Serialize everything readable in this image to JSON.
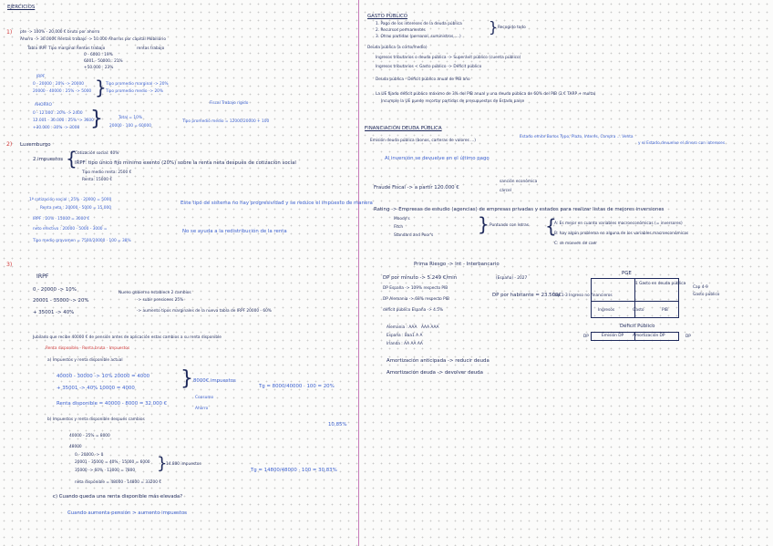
{
  "left": {
    "heading": "EJERCICIOS",
    "ex1": {
      "num": "1)",
      "l1": "pte -> 100% - 20,000 € bruto por ahorro",
      "l2": "Ahorro -> 30.000€ Rentas trabajo -> 10.000 Ahorros por capital Mobiliario",
      "l3": "Tabla IRPF Tipo marginal Rentas trabajo",
      "l3b": "rentas trabajo",
      "l4": "0 - 6000 : 19%",
      "l5": "6001 - 50000 : 21%",
      "l6": "+50.000 : 23%",
      "irpf": "IRPF",
      "c1": "0 - 20000 : 20% -> 20000",
      "c2": "20000 - 40000 : 25% -> 5000",
      "c2a": "Tipo promedio marginal -> 20%",
      "c2b": "Tipo promedio medio -> 20%",
      "fiscal": "Fiscal Trabajo rígido",
      "ahorro": "AHORRO",
      "d1": "0 - 12.000 : 20% -> 2400",
      "d2": "12.001 - 30.000 : 25% -> 3600",
      "d3": "+30.000 : 30% -> 3000",
      "total": "Total = 10%",
      "tipo": "Tipo promedio medio = 12000/20000 + 100",
      "tipo2": "20000 · 100 = 60000"
    },
    "ex2": {
      "num": "2)",
      "title": "Luxemburgo",
      "l1": "2 impuestos",
      "l1a": "Cotización social: 40%",
      "l1b": "IRPF: tipo único fijo mínimo exento (20%) sobre la renta neta después de cotización social",
      "l2": "Tipo medio renta: 2500 €",
      "l3": "Renta: 15000 €",
      "l4": "1ª cotización social : 25% · 20000 = 5000",
      "l5": "Renta neta : 20000 - 5000 = 15.000",
      "l6": "IRPF : 20% · 15000 = 3000 €",
      "l7": "neto efectivo : 20000 - 5000 - 3000 =",
      "l8": "Tipo medio gravamen = 7500/20000 · 100 = 38%",
      "note1": "Este tipo de sistema no hay progresividad y se reduce el impuesto de manera",
      "note2": "No se ayuda a la redistribución de la renta"
    },
    "ex3": {
      "num": "3)",
      "irpf": "IRPF",
      "r1": "0 - 20000 -> 10%",
      "r2": "20001 - 35000 -> 20%",
      "r3": "+ 35001 -> 40%",
      "s1": "Nuevo gobierno establece 2 cambios",
      "s2": "-> subir pensiones 25%",
      "s3": "-> aumento tipos marginales de la nueva tabla de IRPF 20000 - 60%",
      "j1": "Jubilado que recibe 40000 € de pensión antes de aplicación estas cambios a su renta disponible",
      "j2": "Renta disponible - Renta bruta - Impuestos",
      "a": "a) Impuestos y renta disponible actual",
      "a1": "40000 - 30000 -> 10% 20000 = 4000",
      "a2": "+ 35001 -> 40% 10000 = 4000",
      "a3": "8000€ impuestos",
      "a4": "Renta disponible = 40000 - 8000 = 32.000 €",
      "a5": "Consumo",
      "a6": "Ahorro",
      "tg1": "Tg = 8000/40000 · 100 = 20%",
      "pct": "10,85%",
      "b": "b) Impuestos y renta disponible después cambios",
      "b1": "40000 - 25% = 8000",
      "b2": "48000",
      "b3": "0 - 20000 -> 0",
      "b4": "20001 - 35000 = 40% · 15000 = 6000",
      "b5": "35000 -> 60% · 13000 = 7800",
      "b6": "14.800 impuestos",
      "b7": "neta disponible = 48000 - 14800 = 33200 €",
      "tg2": "Tg = 14800/48000 · 100 = 30,83%",
      "c": "c) Cuando queda una renta disponible más elevada?",
      "c1": "Cuando aumenta pensión > aumento impuestos"
    }
  },
  "right": {
    "gasto": {
      "title": "GASTO PÚBLICO",
      "l1": "1. Pago de los intereses de la deuda pública",
      "l2": "2. Recursos permanentes",
      "l3": "3. Otras partidas (personal, suministros, ...)",
      "brace": "Recogido todo",
      "l4": "Deuda pública (a corto/medio)",
      "l5": "Ingresos tributarios o deuda pública -> Superávit público (cuenta público)",
      "l6": "Ingresos tributarios < Gasto público -> Déficit público",
      "l7": "Deuda pública - Déficit público anual de PIB año",
      "l8": "La UE fijado déficit público máximo de 3% del PIB anual y una deuda pública de 60% del PIB (2 € TARP + multa)",
      "l9": "Incumple la UE puede recortar partidas de presupuestos de Estado paíse"
    },
    "fin": {
      "title": "FINANCIACIÓN DEUDA PÚBLICA",
      "l1": "Emisión deuda pública (bonos, carteras de valores ...)",
      "l1b": "Estado emite Bonos Typo, Plazo, Interés, Compra ... Venta",
      "l1c": "y el Estado devuelve el dinero con intereses",
      "l2": "Al inversión se devuelve en el último pago",
      "frau": "Fraude Fiscal -> a partir 120.000 €",
      "frau1": "sanción económica",
      "frau2": "cárcel",
      "rat": "Rating -> Empresas de estudio (agencias) de empresas privadas y estados para realizar listas de mejores inversiones",
      "rat1": "Moody's",
      "rat2": "Fitch",
      "rat3": "Standard and Poor's",
      "rat4": "Puntuado con letras",
      "ra": "A: Es mejor en cuanto variables macroeconómicas (= inversores)",
      "rb": "B: hay algún problema en alguna de los variables macroeconómicas",
      "rc": "C: se mueven de caer",
      "prima": "Prima Riesgo -> Int - Interbancario",
      "dp1": "DP por minuto -> 5.249 €/min",
      "dp1b": "(España) - 2027",
      "dp2": "DP España -> 109% respecto PIB",
      "dp3": "DP Alemania -> 68% respecto PIB",
      "dp4": "déficit público España -> 4.5%",
      "dp5": "DP por habitante = 23.500€",
      "rk1": "Alemania : AAA",
      "rk1b": "AAA  AAA",
      "rk2": "España : Baa1  A  A",
      "rk3": "Irlanda : AA  AA  AA",
      "am1": "Amortización anticipada -> reducir deuda",
      "am2": "Amortización deuda -> devolver deuda"
    },
    "pge": {
      "title": "PGE",
      "right1": "Cap 4-9",
      "right2": "Gasto público",
      "tr": "1 Gasto en deuda pública",
      "left": "Cap 1-3 Ingreso no financieros",
      "br1": "Ingresos",
      "br2": "Gasto",
      "br3": "PIB",
      "deficit": "Déficit Público",
      "em": "Emisión DP",
      "amort": "Amortización DP",
      "dp": "DP",
      "dp2": "DP"
    }
  }
}
